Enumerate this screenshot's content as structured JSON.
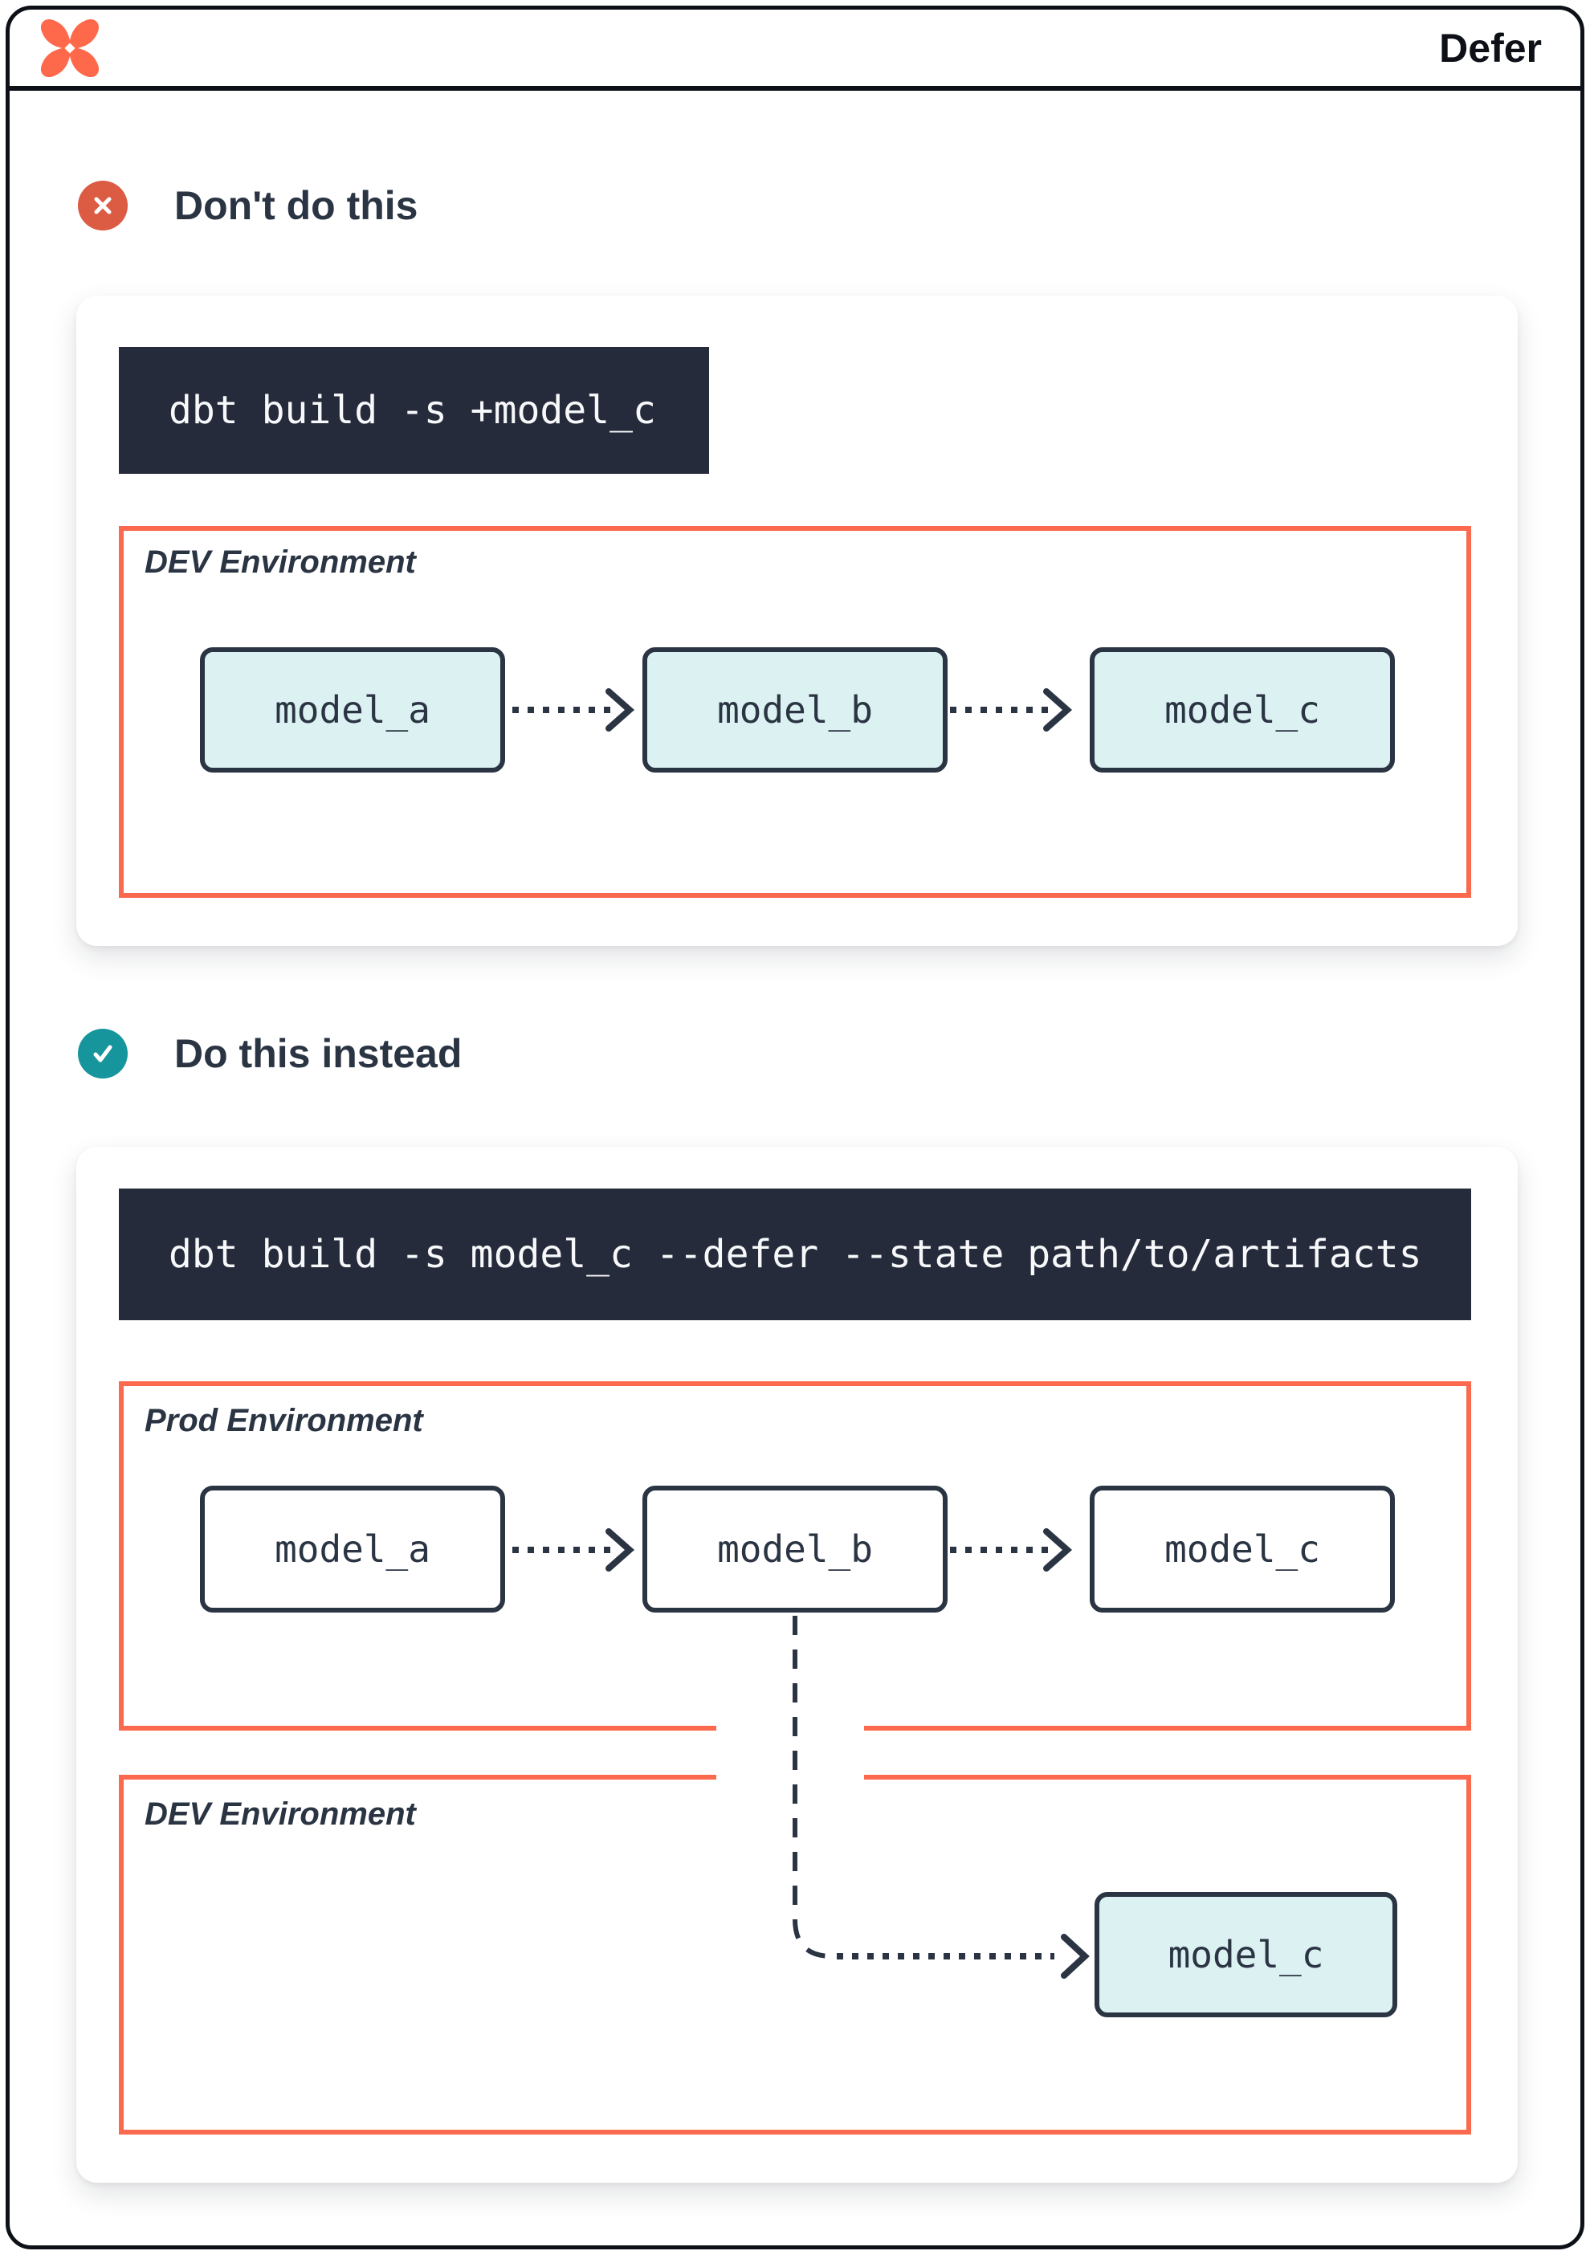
{
  "header": {
    "title": "Defer",
    "logo": "dbt-logo"
  },
  "sections": [
    {
      "id": "dont-do-this",
      "icon": "x-circle-icon",
      "heading": "Don't do this",
      "command": "dbt build -s +model_c",
      "environments": [
        {
          "label": "DEV Environment",
          "model_style": "teal",
          "models": [
            "model_a",
            "model_b",
            "model_c"
          ]
        }
      ]
    },
    {
      "id": "do-this-instead",
      "icon": "check-circle-icon",
      "heading": "Do this instead",
      "command": "dbt build -s model_c --defer --state path/to/artifacts",
      "environments": [
        {
          "label": "Prod Environment",
          "model_style": "plain",
          "models": [
            "model_a",
            "model_b",
            "model_c"
          ]
        },
        {
          "label": "DEV Environment",
          "model_style": "teal",
          "models": [
            "model_c"
          ]
        }
      ]
    }
  ],
  "colors": {
    "logo_orange": "#ff694b",
    "env_border_orange": "#fb6a4e",
    "ink_navy": "#2a3443",
    "code_background": "#262b3b",
    "model_teal_fill": "#dcf1f1",
    "badge_red": "#db5b43",
    "badge_teal": "#17959c",
    "frame_black": "#0d1117"
  }
}
